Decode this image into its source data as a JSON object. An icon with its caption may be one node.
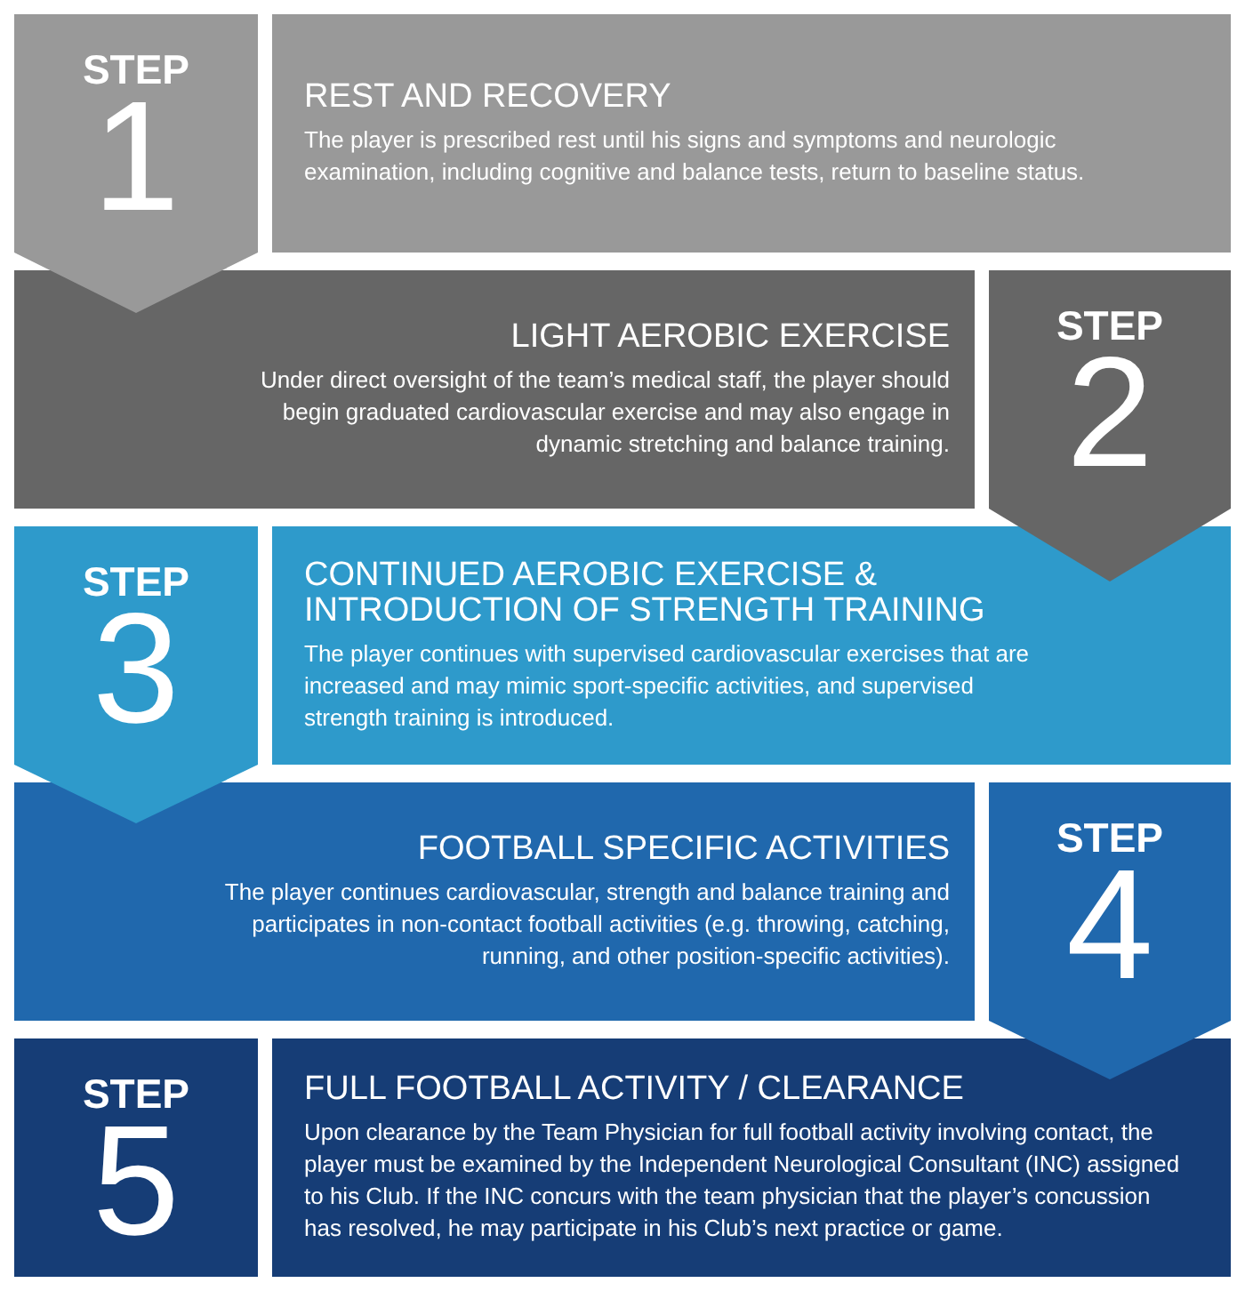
{
  "diagram": {
    "nodes": [
      {
        "text": [
          "STEP",
          "1"
        ]
      },
      {
        "text": [
          "REST AND RECOVERY",
          "The player is prescribed rest until his signs and symptoms and neurologic examination, including cognitive and balance tests, return to baseline status."
        ]
      },
      {
        "text": [
          "LIGHT AEROBIC EXERCISE",
          "Under direct oversight of the team’s medical staff, the player should begin graduated cardiovascular exercise and may also engage in dynamic stretching and balance training."
        ]
      },
      {
        "text": [
          "STEP",
          "2"
        ]
      },
      {
        "text": [
          "STEP",
          "3"
        ]
      },
      {
        "text": [
          "CONTINUED AEROBIC EXERCISE & INTRODUCTION OF STRENGTH TRAINING",
          "The player continues with supervised cardiovascular exercises that are increased and may mimic sport-specific activities, and supervised strength training is introduced."
        ]
      },
      {
        "text": [
          "FOOTBALL SPECIFIC ACTIVITIES",
          "The player continues cardiovascular, strength and balance training and participates in non-contact football activities (e.g. throwing, catching, running, and other position-specific activities)."
        ]
      },
      {
        "text": [
          "STEP",
          "4"
        ]
      },
      {
        "text": [
          "STEP",
          "5"
        ]
      },
      {
        "text": [
          "FULL FOOTBALL ACTIVITY / CLEARANCE",
          "Upon clearance by the Team Physician for full football activity involving contact, the player must be examined by the Independent Neurological Consultant (INC) assigned to his Club. If the INC concurs with the team physician that the player’s concussion has resolved, he may participate in his Club’s next practice or game."
        ]
      }
    ]
  }
}
